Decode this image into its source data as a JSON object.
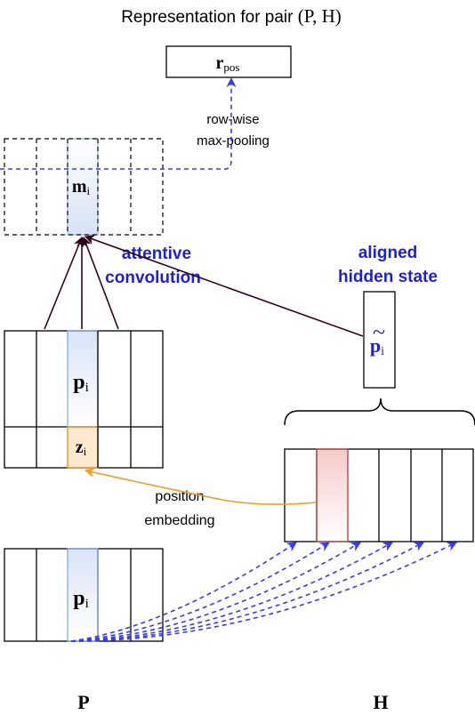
{
  "title": {
    "text": "Representation for pair ",
    "math": "(P, H)"
  },
  "output": {
    "symbol": "r",
    "subscript": "pos"
  },
  "pooling_label": {
    "line1": "row-wise",
    "line2": "max-pooling"
  },
  "attention_matrix": {
    "symbol": "m",
    "subscript": "i"
  },
  "attentive_label": {
    "line1": "attentive",
    "line2": "convolution"
  },
  "aligned_label": {
    "line1": "aligned",
    "line2": "hidden state"
  },
  "aligned_vector": {
    "symbol": "p",
    "subscript": "i",
    "accent": "~"
  },
  "premise_upper": {
    "top_symbol": "p",
    "top_subscript": "i",
    "bottom_symbol": "z",
    "bottom_subscript": "i"
  },
  "position_label": {
    "line1": "position",
    "line2": "embedding"
  },
  "premise_lower": {
    "symbol": "p",
    "subscript": "i"
  },
  "axis_labels": {
    "premise": "P",
    "hypothesis": "H"
  },
  "colors": {
    "blue_text": "#1f1fd6",
    "blue_dash": "#3a3af0",
    "blue_fill": "#dfe8f8",
    "orange": "#f59a23",
    "orange_fill": "#fde9cf",
    "red_highlight": "#b85450",
    "pink_fill": "#fbe3e3",
    "dark_arrow": "#33001a"
  }
}
